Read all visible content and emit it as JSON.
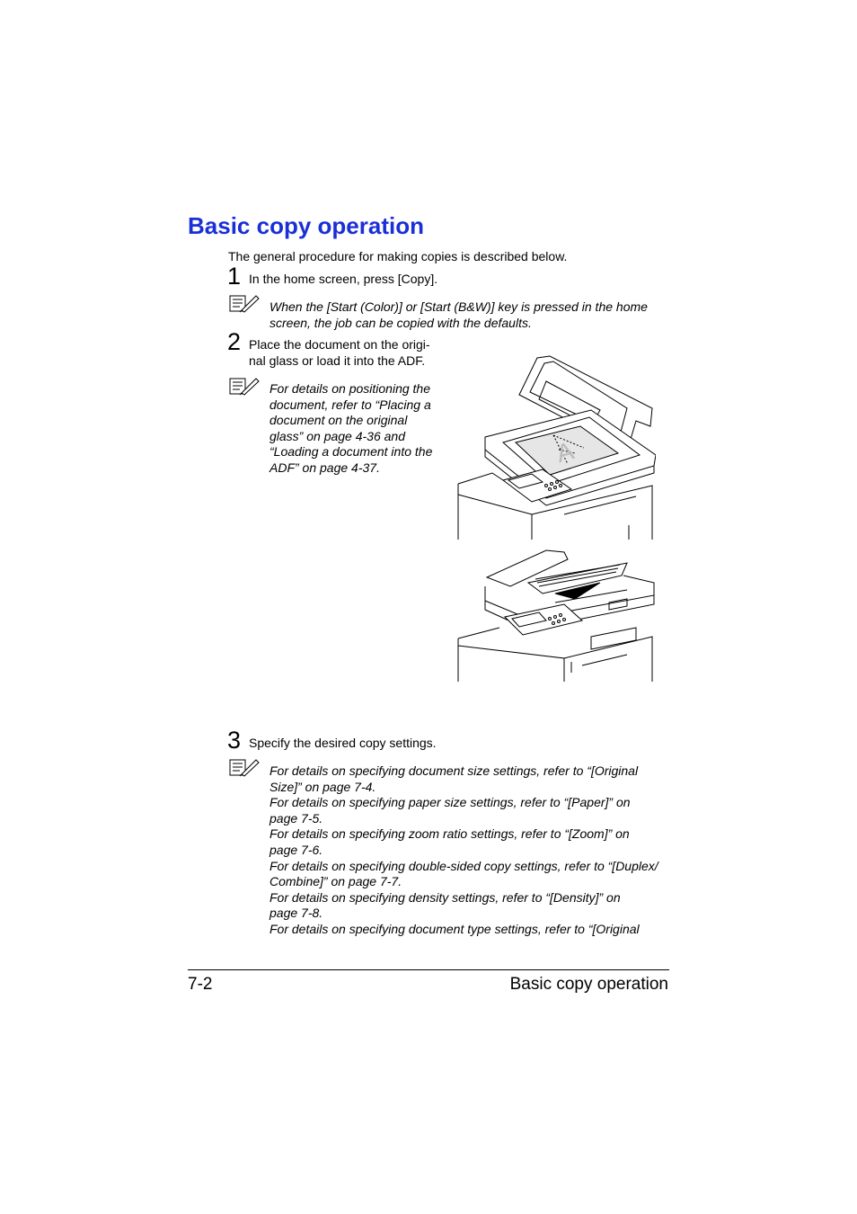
{
  "page": {
    "title": "Basic copy operation",
    "intro": "The general procedure for making copies is described below."
  },
  "steps": [
    {
      "number": "1",
      "text": "In the home screen, press [Copy].",
      "note": "When the [Start (Color)] or [Start (B&W)] key is pressed in the home screen, the job can be copied with the defaults."
    },
    {
      "number": "2",
      "text_lines": [
        "Place the document on the origi-",
        "nal glass or load it into the ADF."
      ],
      "note_lines": [
        "For details on positioning the",
        "document, refer to “Placing a",
        "document on the original",
        "glass” on page 4-36 and",
        "“Loading a document into the",
        "ADF” on page 4-37."
      ],
      "image_letter": "A"
    },
    {
      "number": "3",
      "text": "Specify the desired copy settings.",
      "note_lines": [
        "For details on specifying document size settings, refer to “[Original",
        "Size]” on page 7-4.",
        "For details on specifying paper size settings, refer to “[Paper]” on",
        "page 7-5.",
        "For details on specifying zoom ratio settings, refer to “[Zoom]” on",
        "page 7-6.",
        "For details on specifying double-sided copy settings, refer to “[Duplex/",
        "Combine]” on page 7-7.",
        "For details on specifying density settings, refer to “[Density]” on",
        "page 7-8.",
        "For details on specifying document type settings, refer to “[Original"
      ]
    }
  ],
  "footer": {
    "page_number": "7-2",
    "section": "Basic copy operation"
  }
}
